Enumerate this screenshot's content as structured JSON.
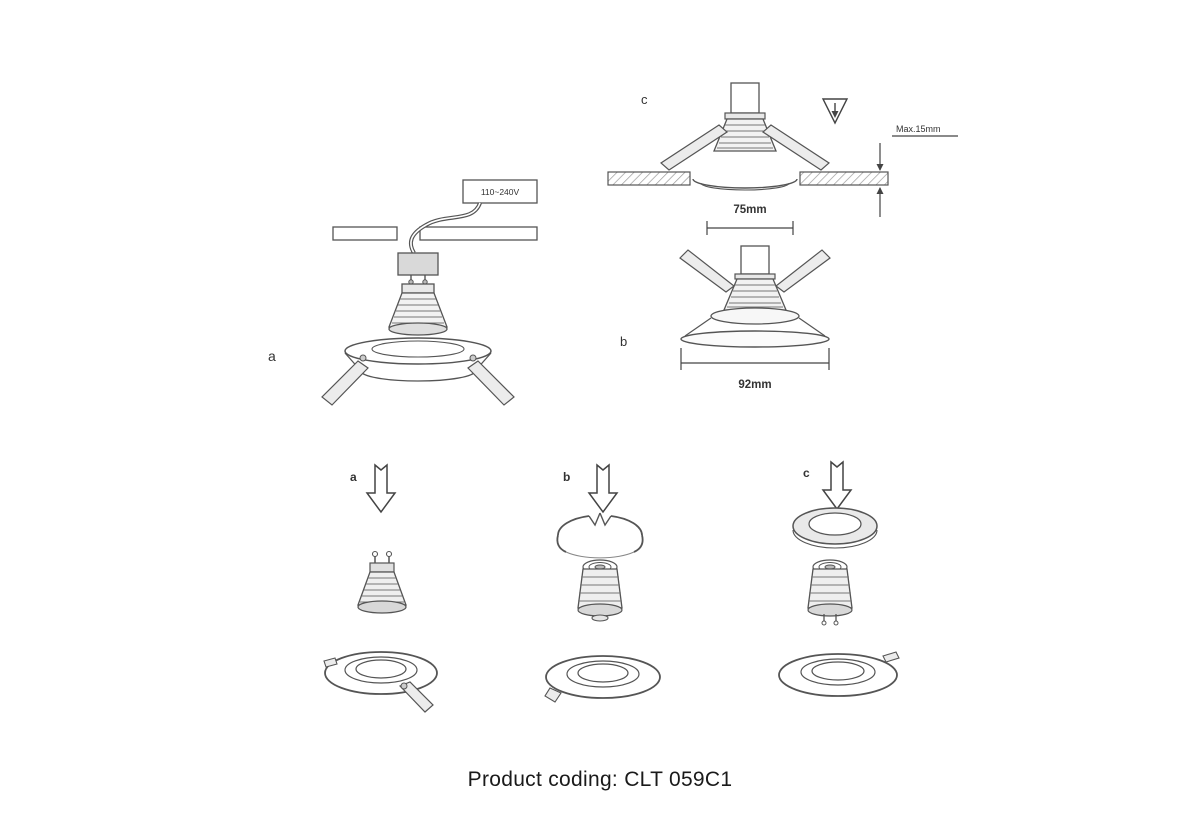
{
  "caption": "Product coding: CLT 059C1",
  "diagram_a": {
    "label": "a",
    "power_box_label": "110~240V"
  },
  "diagram_b": {
    "label": "b",
    "flange_diameter": "92mm"
  },
  "diagram_c": {
    "label": "c",
    "max_recess_note": "Max.15mm",
    "cutout_diameter": "75mm"
  },
  "assembly_steps": {
    "a": {
      "label": "a"
    },
    "b": {
      "label": "b"
    },
    "c": {
      "label": "c"
    }
  }
}
